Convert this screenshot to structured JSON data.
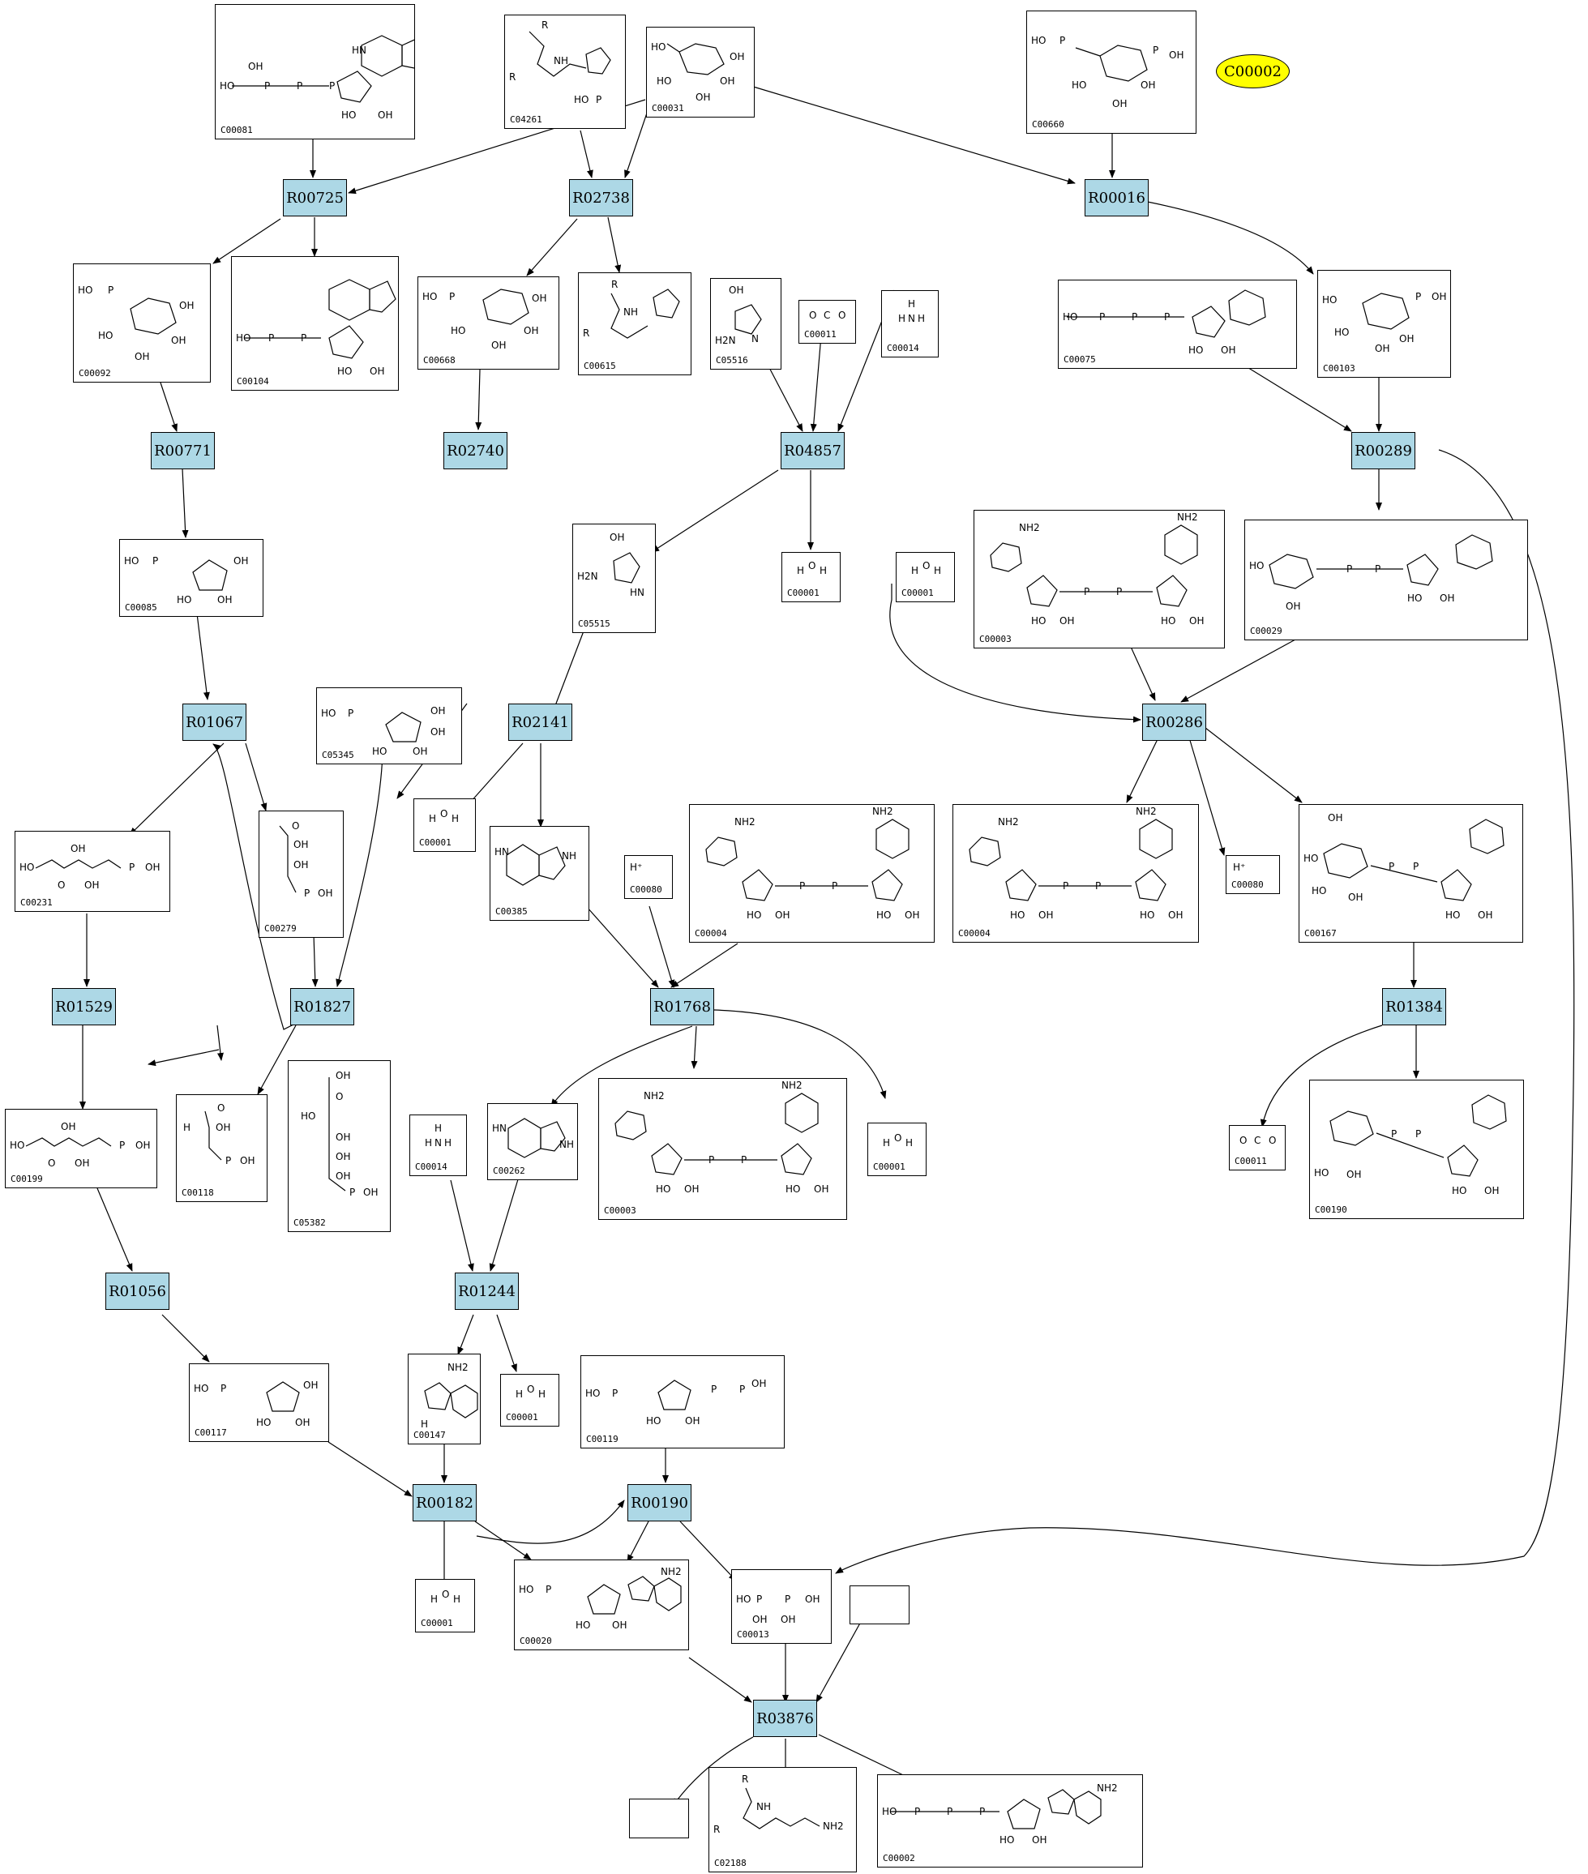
{
  "highlight": {
    "label": "C00002",
    "color": "#ffff00"
  },
  "reaction_color": "#add8e6",
  "reactions": [
    "R00725",
    "R02738",
    "R00016",
    "R00771",
    "R02740",
    "R04857",
    "R00289",
    "R01067",
    "R02141",
    "R00286",
    "R01529",
    "R01827",
    "R01768",
    "R01384",
    "R01056",
    "R01244",
    "R00182",
    "R00190",
    "R03876"
  ],
  "compounds": {
    "c00081": "C00081",
    "c04261": "C04261",
    "c00031": "C00031",
    "c00660": "C00660",
    "c00092": "C00092",
    "c00104": "C00104",
    "c00668": "C00668",
    "c00615": "C00615",
    "c05516": "C05516",
    "c00011a": "C00011",
    "c00014a": "C00014",
    "c00075": "C00075",
    "c00103": "C00103",
    "c00085": "C00085",
    "c05515": "C05515",
    "c00001a": "C00001",
    "c00001b": "C00001",
    "c00003a": "C00003",
    "c00029": "C00029",
    "c05345": "C05345",
    "c00231": "C00231",
    "c00279": "C00279",
    "c00001c": "C00001",
    "c00385": "C00385",
    "c00080a": "C00080",
    "c00004a": "C00004",
    "c00004b": "C00004",
    "c00080b": "C00080",
    "c00167": "C00167",
    "c00199": "C00199",
    "c00118": "C00118",
    "c05382": "C05382",
    "c00014b": "C00014",
    "c00262": "C00262",
    "c00003b": "C00003",
    "c00001d": "C00001",
    "c00011b": "C00011",
    "c00190": "C00190",
    "c00117": "C00117",
    "c00147": "C00147",
    "c00001e": "C00001",
    "c00119": "C00119",
    "c00001f": "C00001",
    "c00020": "C00020",
    "c00013": "C00013",
    "c02188": "C02188",
    "c00002": "C00002"
  },
  "atoms": {
    "h2o_h": "H",
    "h2o_o": "O",
    "nh3_n": "N",
    "nh3_h": "H",
    "co2_c": "C",
    "co2_o": "O",
    "h_plus": "H⁺",
    "oh": "OH",
    "ho": "HO",
    "p": "P",
    "o": "O",
    "nh2": "NH2",
    "h2n": "H2N",
    "n": "N",
    "nh": "NH",
    "hn": "HN",
    "r": "R",
    "h": "H"
  }
}
